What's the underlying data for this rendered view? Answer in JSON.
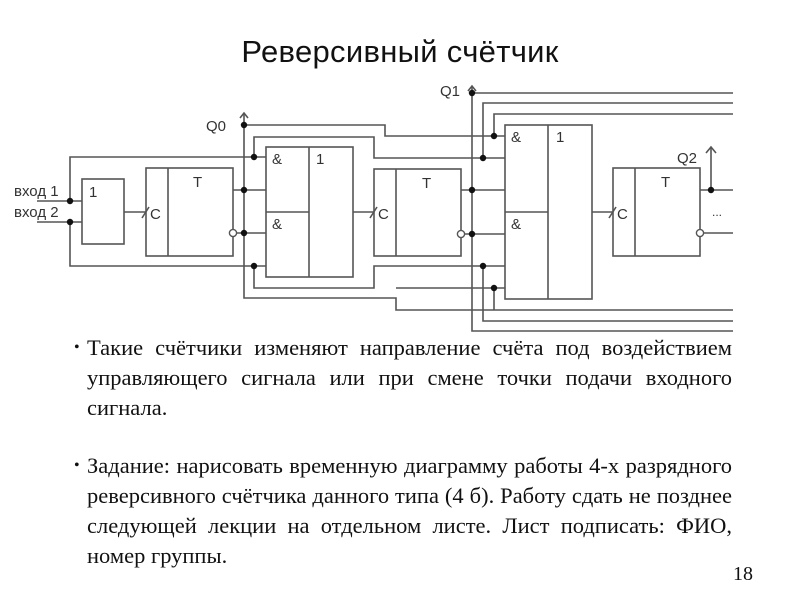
{
  "slide": {
    "title": "Реверсивный счётчик",
    "page_number": "18"
  },
  "diagram": {
    "inputs": [
      {
        "label": "вход 1"
      },
      {
        "label": "вход 2"
      }
    ],
    "or_gate": {
      "symbol": "1"
    },
    "flipflops": [
      {
        "type": "T",
        "clock": "C",
        "output": "Q0"
      },
      {
        "type": "T",
        "clock": "C",
        "output": "Q1"
      },
      {
        "type": "T",
        "clock": "C",
        "output": "Q2"
      }
    ],
    "and_or_gates": [
      {
        "and_top": "&",
        "and_bottom": "&",
        "or": "1"
      },
      {
        "and_top": "&",
        "and_bottom": "&",
        "or": "1"
      }
    ],
    "continuation": "..."
  },
  "bullets": [
    {
      "text": "Такие счётчики изменяют направление счёта под воздействием управляющего сигнала или при смене точки подачи входного сигнала."
    },
    {
      "text": "Задание: нарисовать временную диаграмму работы 4-х разрядного реверсивного счётчика данного типа (4 б). Работу сдать не позднее следующей лекции на отдельном листе. Лист подписать: ФИО, номер группы."
    }
  ]
}
